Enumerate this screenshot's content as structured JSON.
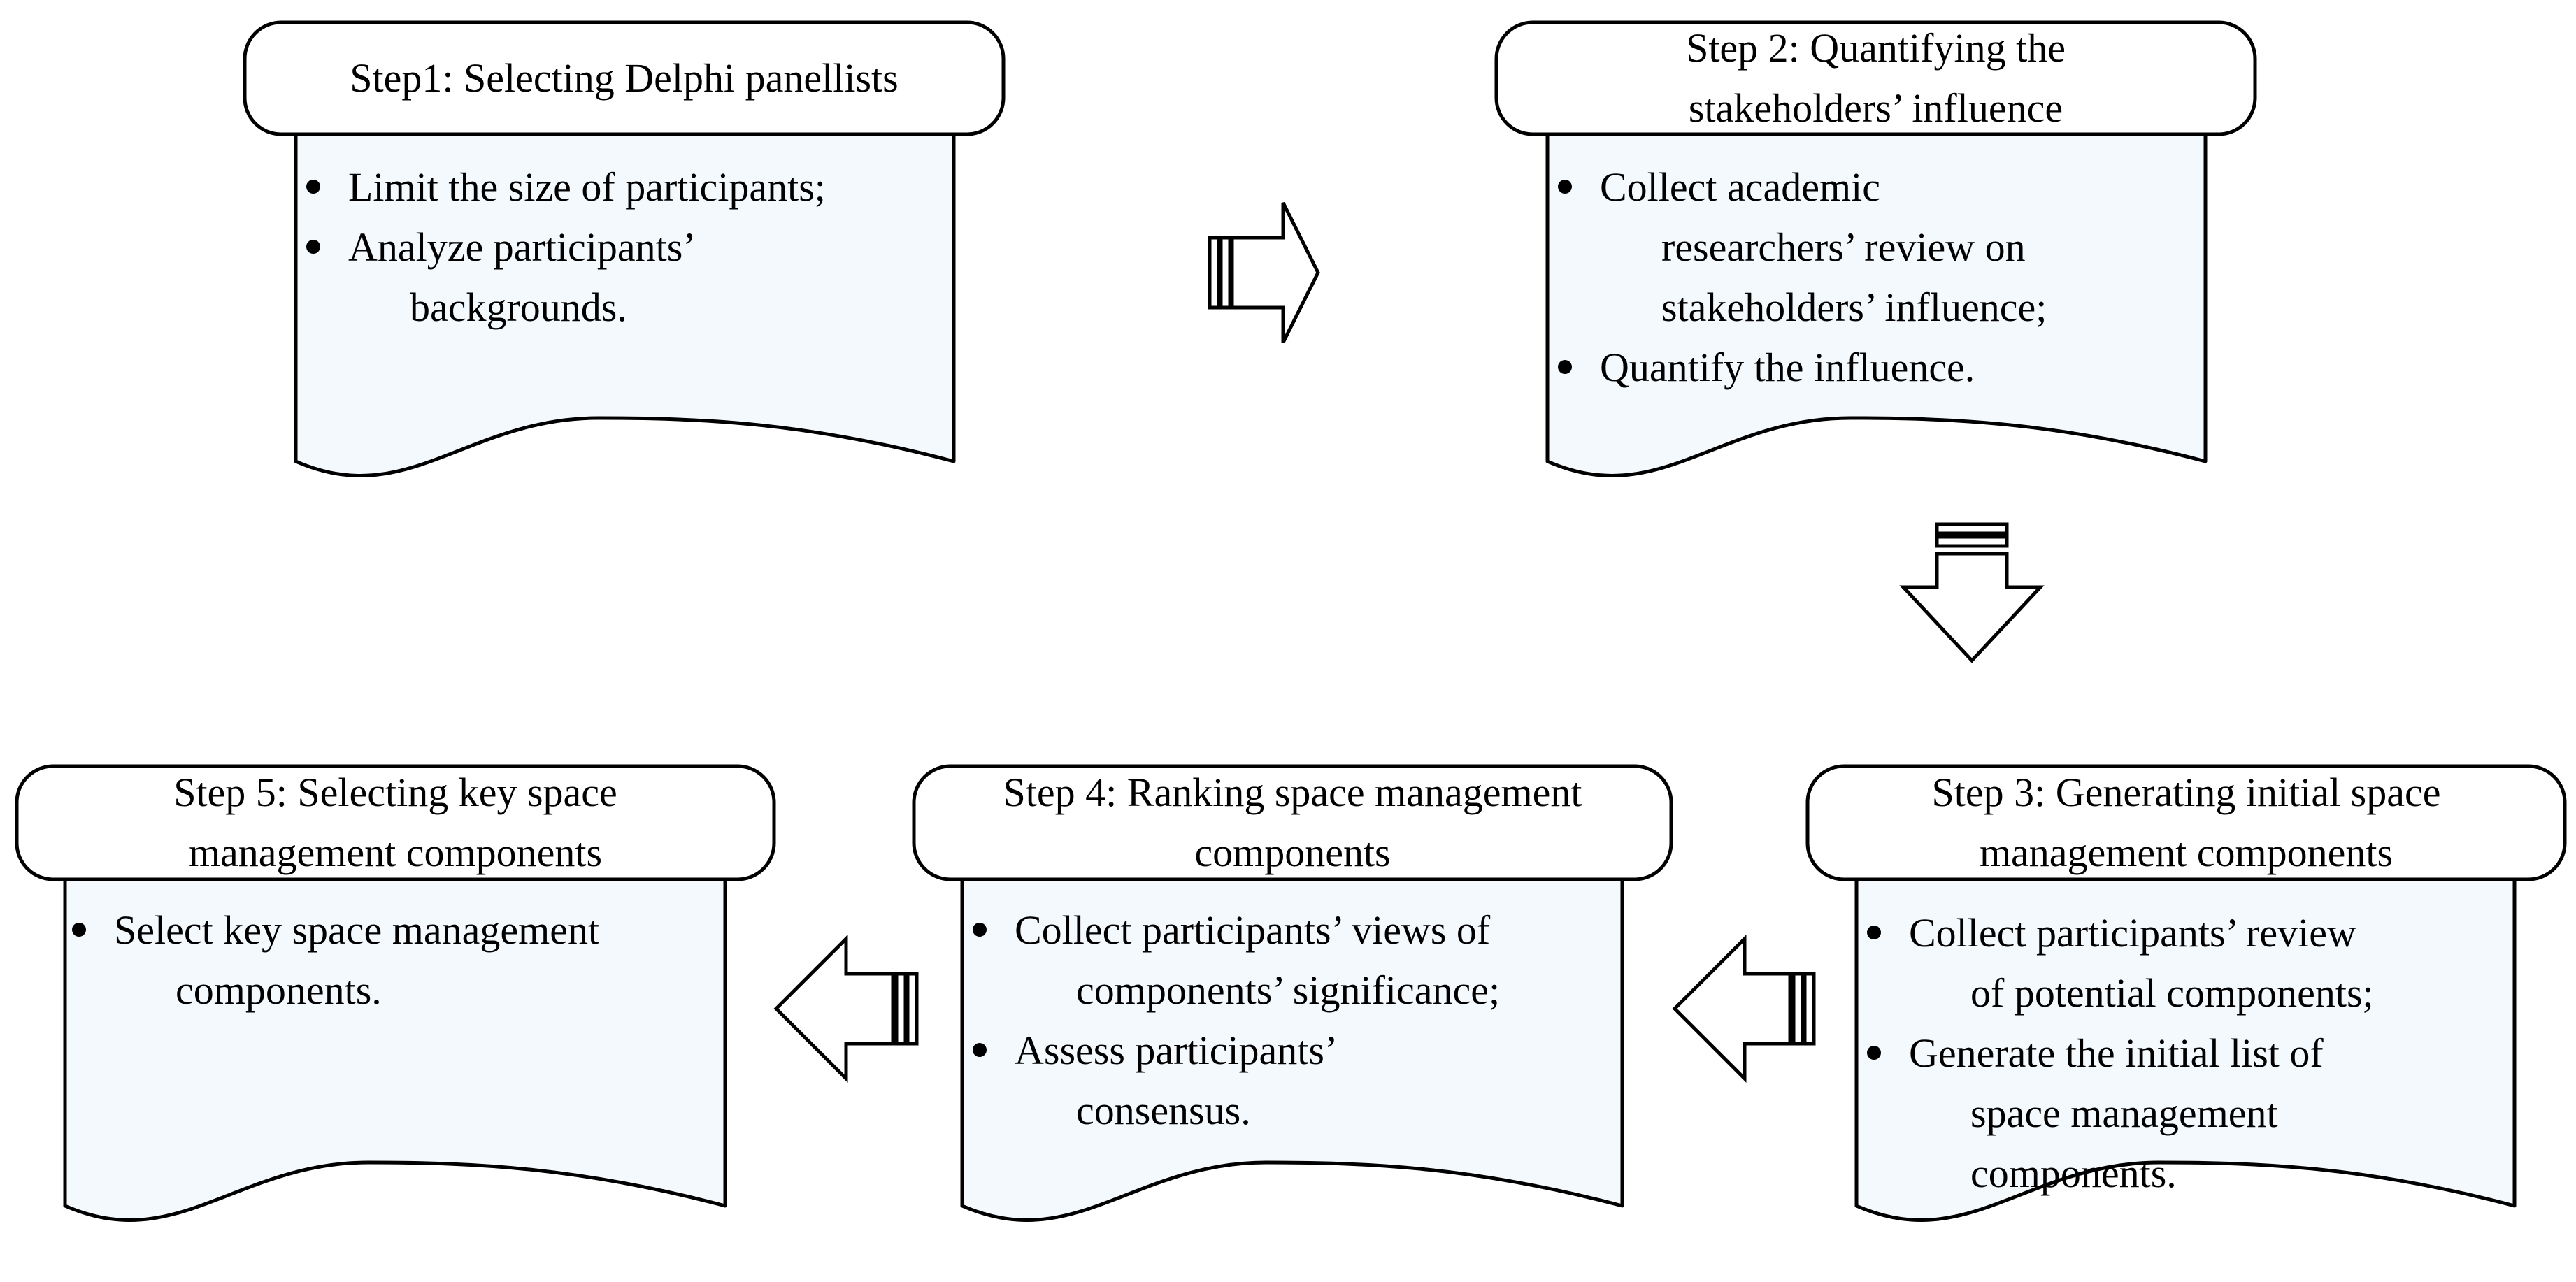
{
  "steps": [
    {
      "title_lines": [
        "Step1: Selecting Delphi panellists"
      ],
      "bullets": [
        {
          "first": "Limit the size of participants;",
          "cont": []
        },
        {
          "first": "Analyze participants’",
          "cont": [
            "backgrounds."
          ]
        }
      ]
    },
    {
      "title_lines": [
        "Step 2: Quantifying the",
        "stakeholders’ influence"
      ],
      "bullets": [
        {
          "first": "Collect academic",
          "cont": [
            "researchers’ review on",
            "stakeholders’ influence;"
          ]
        },
        {
          "first": "Quantify the influence.",
          "cont": []
        }
      ]
    },
    {
      "title_lines": [
        "Step 3: Generating initial space",
        "management components"
      ],
      "bullets": [
        {
          "first": "Collect participants’ review",
          "cont": [
            "of potential components;"
          ]
        },
        {
          "first": "Generate the initial list of",
          "cont": [
            "space management",
            "components."
          ]
        }
      ]
    },
    {
      "title_lines": [
        "Step 4: Ranking space management",
        "components"
      ],
      "bullets": [
        {
          "first": "Collect participants’ views of",
          "cont": [
            "components’ significance;"
          ]
        },
        {
          "first": "Assess participants’",
          "cont": [
            "consensus."
          ]
        }
      ]
    },
    {
      "title_lines": [
        "Step 5: Selecting key space",
        "management components"
      ],
      "bullets": [
        {
          "first": "Select key space management",
          "cont": [
            "components."
          ]
        }
      ]
    }
  ],
  "colors": {
    "box_fill": "#f4f9fe",
    "title_fill": "#ffffff",
    "stroke": "#000000",
    "arrow_fill": "#ffffff"
  }
}
